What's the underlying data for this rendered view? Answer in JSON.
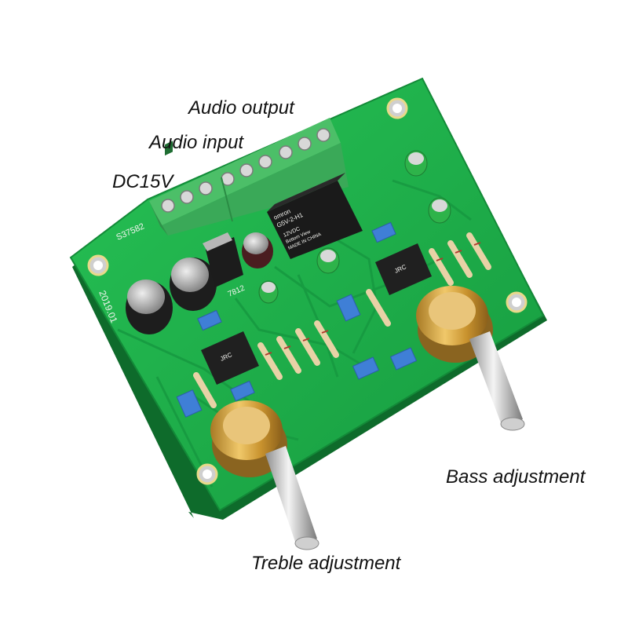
{
  "labels": {
    "audio_output": "Audio output",
    "audio_input": "Audio input",
    "dc_power": "DC15V",
    "bass": "Bass adjustment",
    "treble": "Treble adjustment"
  },
  "board": {
    "model_code": "S37582",
    "date_code": "2019.01",
    "regulator_code": "7812",
    "relay": {
      "brand": "omron",
      "model": "G5V-2-H1",
      "voltage": "12VDC",
      "note": "Bottom View",
      "origin": "MADE IN CHINA"
    },
    "opamp_marking": "JRC"
  },
  "colors": {
    "pcb": "#1fb34a",
    "pcb_edge": "#15883a",
    "terminal": "#56c46f",
    "pot_brass": "#d6a84a",
    "capacitor_blue": "#3f7fd6"
  }
}
